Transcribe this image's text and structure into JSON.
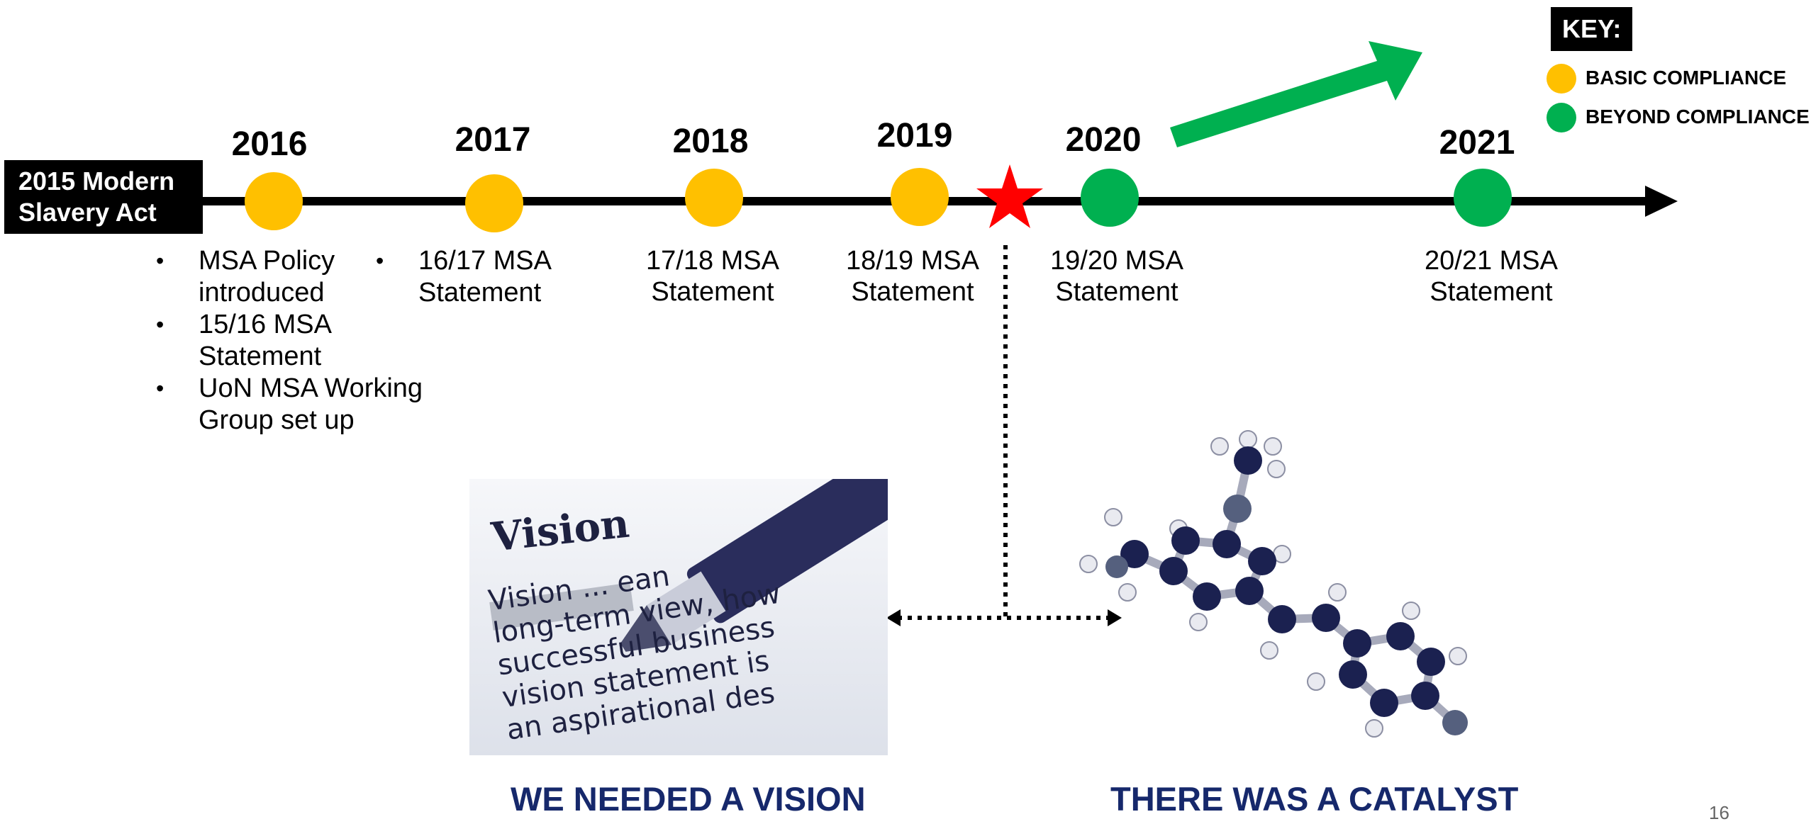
{
  "start_label_line1": "2015 Modern",
  "start_label_line2": "Slavery Act",
  "key": {
    "title": "KEY:",
    "basic": {
      "label": "BASIC COMPLIANCE",
      "color": "#ffc000"
    },
    "beyond": {
      "label": "BEYOND COMPLIANCE",
      "color": "#00b050"
    }
  },
  "milestones": [
    {
      "year": "2016",
      "status": "basic",
      "items": [
        "MSA Policy introduced",
        "15/16 MSA Statement",
        "UoN MSA Working Group set up"
      ]
    },
    {
      "year": "2017",
      "status": "basic",
      "items": [
        "16/17 MSA Statement"
      ]
    },
    {
      "year": "2018",
      "status": "basic",
      "line1": "17/18 MSA",
      "line2": "Statement"
    },
    {
      "year": "2019",
      "status": "basic",
      "line1": "18/19 MSA",
      "line2": "Statement"
    },
    {
      "year": "2020",
      "status": "beyond",
      "line1": "19/20 MSA",
      "line2": "Statement"
    },
    {
      "year": "2021",
      "status": "beyond",
      "line1": "20/21 MSA",
      "line2": "Statement"
    }
  ],
  "vision_image": {
    "heading": "Vision",
    "lines": [
      "Vision ... ean",
      "long-term view, how",
      "successful business",
      "vision statement is",
      "an aspirational des"
    ]
  },
  "captions": {
    "left": "WE NEEDED A VISION",
    "right": "THERE WAS A CATALYST"
  },
  "page_number": "16",
  "colors": {
    "star": "#ff0000",
    "arrow": "#00b050",
    "caption": "#16286b"
  }
}
